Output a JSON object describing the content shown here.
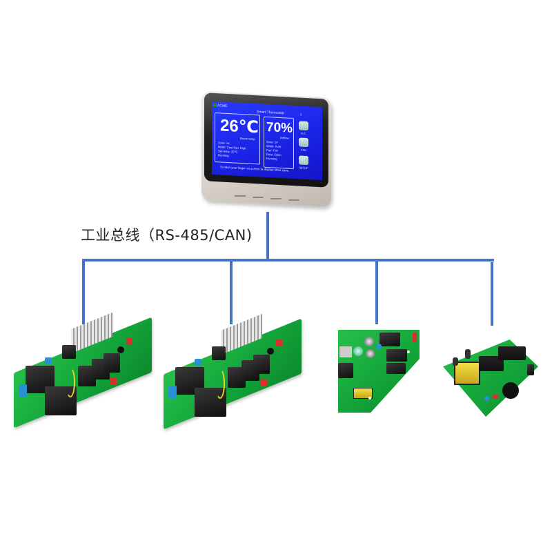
{
  "diagram": {
    "bus_label": "工业总线（RS-485/CAN)",
    "line_color": "#4472c4",
    "controller": {
      "type": "touchscreen-thermostat",
      "screen": {
        "brand": "ACME",
        "title": "Smart Thermostat",
        "temperature": "26℃",
        "temperature_caption": "Room temp",
        "left_info": [
          "Zone: 1#",
          "Mode: Cool    Fan: High",
          "Set temp: 25℃",
          "Running"
        ],
        "airflow": "70%",
        "airflow_caption": "Airflow",
        "right_info": [
          "Zone: 1#",
          "Mode: Auto",
          "Fan: F.W",
          "Door: Open",
          "Running"
        ],
        "side_buttons": [
          "A.C.",
          "FAN",
          "SETUP"
        ],
        "hint": "Scratch your finger on screen to display other zone."
      }
    },
    "nodes": [
      {
        "id": "pcb-1",
        "type": "relay-control-board"
      },
      {
        "id": "pcb-2",
        "type": "relay-control-board"
      },
      {
        "id": "pcb-3",
        "type": "triangular-control-board"
      },
      {
        "id": "pcb-4",
        "type": "power-supply-board"
      }
    ]
  }
}
